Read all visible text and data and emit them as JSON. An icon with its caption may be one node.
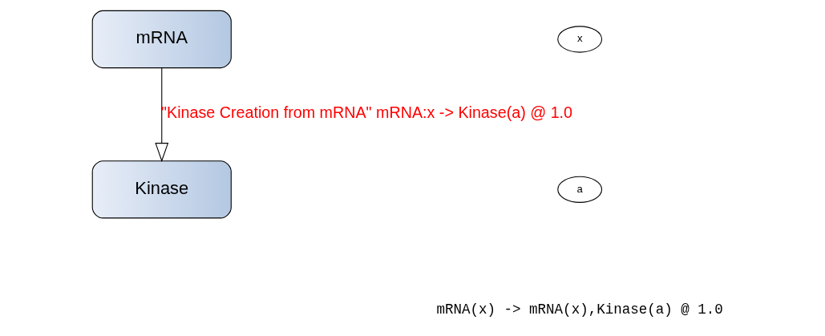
{
  "diagram": {
    "nodes": [
      {
        "text": [
          "mRNA"
        ]
      },
      {
        "text": [
          "x"
        ]
      },
      {
        "text": [
          "Kinase"
        ]
      },
      {
        "text": [
          "a"
        ]
      }
    ],
    "edges": [
      {
        "from": 0,
        "to": 2,
        "arrow": "to",
        "label": "\"Kinase Creation from mRNA\" mRNA:x -> Kinase(a) @ 1.0"
      }
    ],
    "labels": [
      "mRNA(x) -> mRNA(x),Kinase(a) @ 1.0"
    ]
  }
}
